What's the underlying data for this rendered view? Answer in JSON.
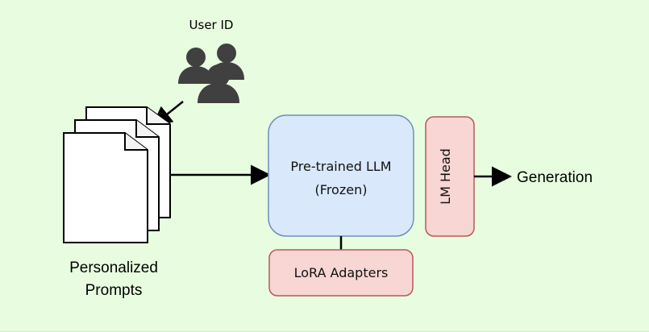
{
  "diagram": {
    "user_label": "User ID",
    "prompts_label_line1": "Personalized",
    "prompts_label_line2": "Prompts",
    "llm_line1": "Pre-trained LLM",
    "llm_line2": "(Frozen)",
    "lora_label": "LoRA Adapters",
    "head_label": "LM Head",
    "output_label": "Generation"
  },
  "colors": {
    "background": "#e8fde0",
    "llm_fill": "#d9e8fb",
    "llm_stroke": "#6f8fbe",
    "lora_fill": "#f8d6d4",
    "lora_stroke": "#b55a58",
    "head_fill": "#f8d6d4",
    "head_stroke": "#b55a58",
    "icon_color": "#404040"
  },
  "icons": {
    "users": "users-icon",
    "documents": "document-stack-icon"
  }
}
